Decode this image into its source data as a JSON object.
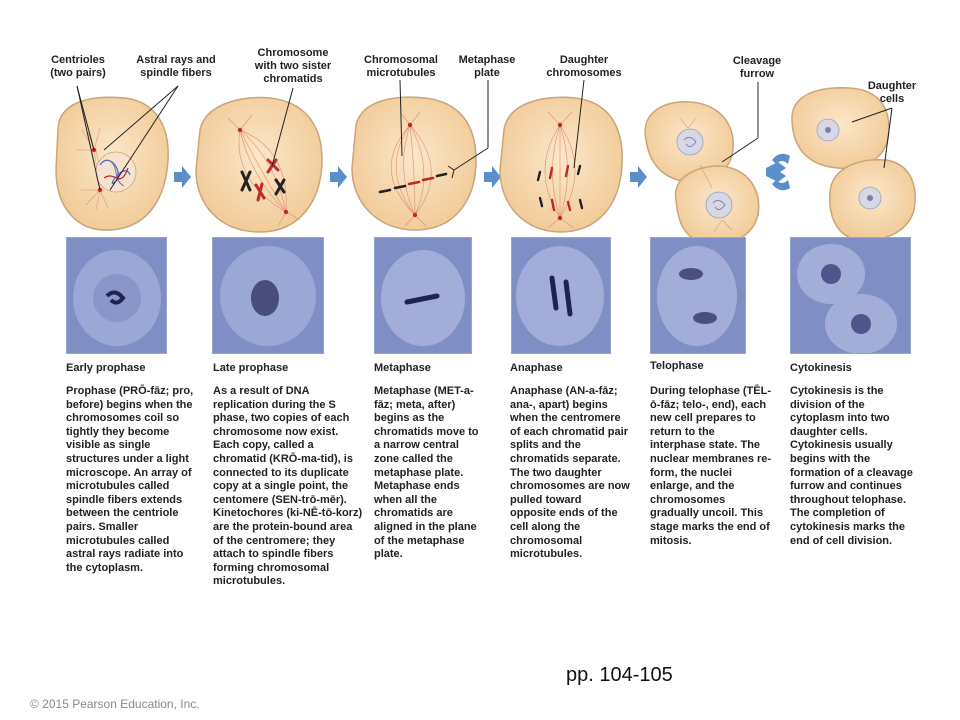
{
  "callouts": {
    "centrioles": "Centrioles\n(two pairs)",
    "astral_rays": "Astral rays and\nspindle fibers",
    "chromosome_sister": "Chromosome\nwith two sister\nchromatids",
    "chromosomal_microtubules": "Chromosomal\nmicrotubules",
    "metaphase_plate": "Metaphase\nplate",
    "daughter_chromosomes": "Daughter\nchromosomes",
    "cleavage_furrow": "Cleavage\nfurrow",
    "daughter_cells": "Daughter\ncells"
  },
  "stages": [
    {
      "name": "Early prophase",
      "description": "Prophase (PRŌ-fāz; pro, before) begins when the chromosomes coil so tightly they become visible as single structures under a light microscope. An array of microtubules called spindle fibers extends between the centriole pairs. Smaller microtubules called astral rays radiate into the cytoplasm."
    },
    {
      "name": "Late prophase",
      "description": "As a result of DNA replication during the S phase, two copies of each chromosome now exist. Each copy, called a chromatid (KRŌ-ma-tid), is connected to its duplicate copy at a single point, the centomere (SEN-trō-mēr). Kinetochores (ki-NĒ-tō-korz) are the protein-bound area of the centromere; they attach to spindle fibers forming chromosomal microtubules."
    },
    {
      "name": "Metaphase",
      "description": "Metaphase (MET-a-fāz; meta, after) begins as the chromatids move to a narrow central zone called the metaphase plate. Metaphase ends when all the chromatids are aligned in the plane of the metaphase plate."
    },
    {
      "name": "Anaphase",
      "description": "Anaphase (AN-a-fāz; ana-, apart) begins when the centromere of each chromatid pair splits and the chromatids separate. The two daughter chromosomes are now pulled toward opposite ends of the cell along the chromosomal microtubules."
    },
    {
      "name": "Telophase",
      "description": "During telophase (TĒL-ō-fāz; telo-, end), each new cell prepares to return to the interphase state. The nuclear membranes re-form, the nuclei enlarge, and the chromosomes gradually uncoil. This stage marks the end of mitosis."
    },
    {
      "name": "Cytokinesis",
      "description": "Cytokinesis is the division of the cytoplasm into two daughter cells. Cytokinesis usually begins with the formation of a cleavage furrow and continues throughout telophase. The completion of cytokinesis marks the end of cell division."
    }
  ],
  "pages": "pp. 104-105",
  "copyright": "© 2015 Pearson Education, Inc.",
  "colors": {
    "cell_fill": "#f7d9b0",
    "cell_stroke": "#c9a57a",
    "arrow": "#5b8fc9",
    "chromosome_red": "#c0282b",
    "chromosome_dark": "#222222",
    "photo_bg": "#7f8fc6"
  }
}
